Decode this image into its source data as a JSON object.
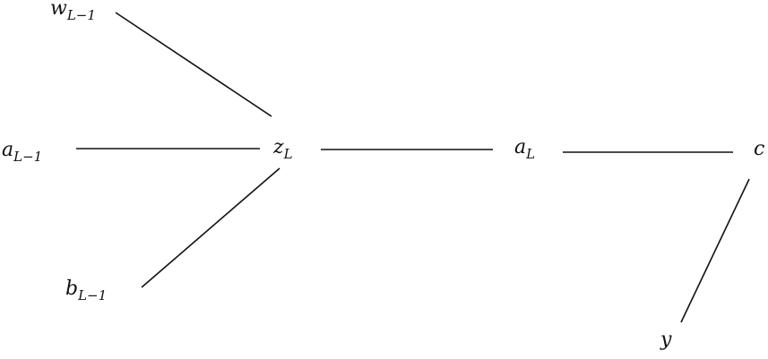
{
  "nodes": {
    "w_prev": {
      "base": "w",
      "sub": "L−1"
    },
    "a_prev": {
      "base": "a",
      "sub": "L−1"
    },
    "b_prev": {
      "base": "b",
      "sub": "L−1"
    },
    "z_L": {
      "base": "z",
      "sub": "L"
    },
    "a_L": {
      "base": "a",
      "sub": "L"
    },
    "c": {
      "base": "c",
      "sub": ""
    },
    "y": {
      "base": "y",
      "sub": ""
    }
  },
  "edges": [
    {
      "from": "w_prev",
      "to": "z_L"
    },
    {
      "from": "a_prev",
      "to": "z_L"
    },
    {
      "from": "b_prev",
      "to": "z_L"
    },
    {
      "from": "z_L",
      "to": "a_L"
    },
    {
      "from": "a_L",
      "to": "c"
    },
    {
      "from": "y",
      "to": "c"
    }
  ]
}
